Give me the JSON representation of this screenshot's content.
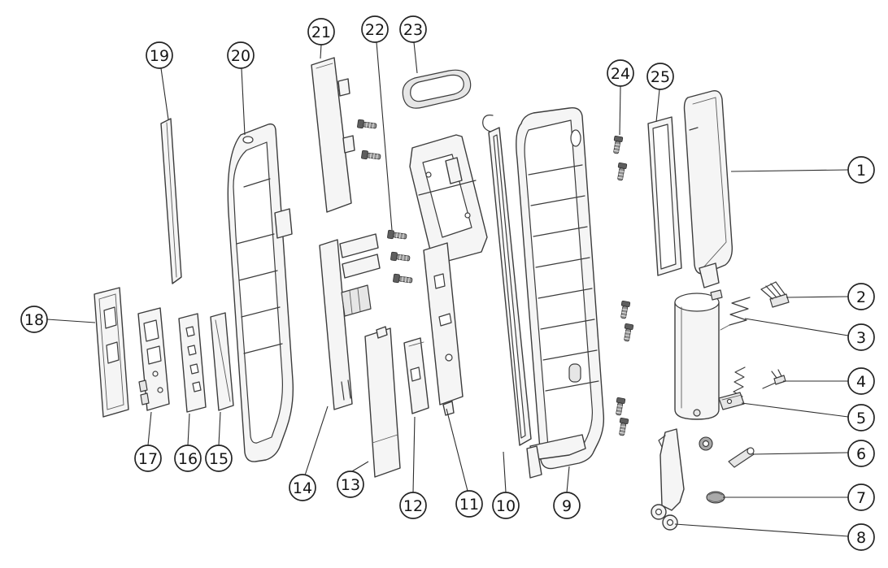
{
  "diagram": {
    "colors": {
      "line": "#3c3c3c",
      "background": "#ffffff",
      "callout_text": "#151515"
    },
    "callouts": [
      {
        "label": "1"
      },
      {
        "label": "2"
      },
      {
        "label": "3"
      },
      {
        "label": "4"
      },
      {
        "label": "5"
      },
      {
        "label": "6"
      },
      {
        "label": "7"
      },
      {
        "label": "8"
      },
      {
        "label": "9"
      },
      {
        "label": "10"
      },
      {
        "label": "11"
      },
      {
        "label": "12"
      },
      {
        "label": "13"
      },
      {
        "label": "14"
      },
      {
        "label": "15"
      },
      {
        "label": "16"
      },
      {
        "label": "17"
      },
      {
        "label": "18"
      },
      {
        "label": "19"
      },
      {
        "label": "20"
      },
      {
        "label": "21"
      },
      {
        "label": "22"
      },
      {
        "label": "23"
      },
      {
        "label": "24"
      },
      {
        "label": "25"
      }
    ]
  }
}
